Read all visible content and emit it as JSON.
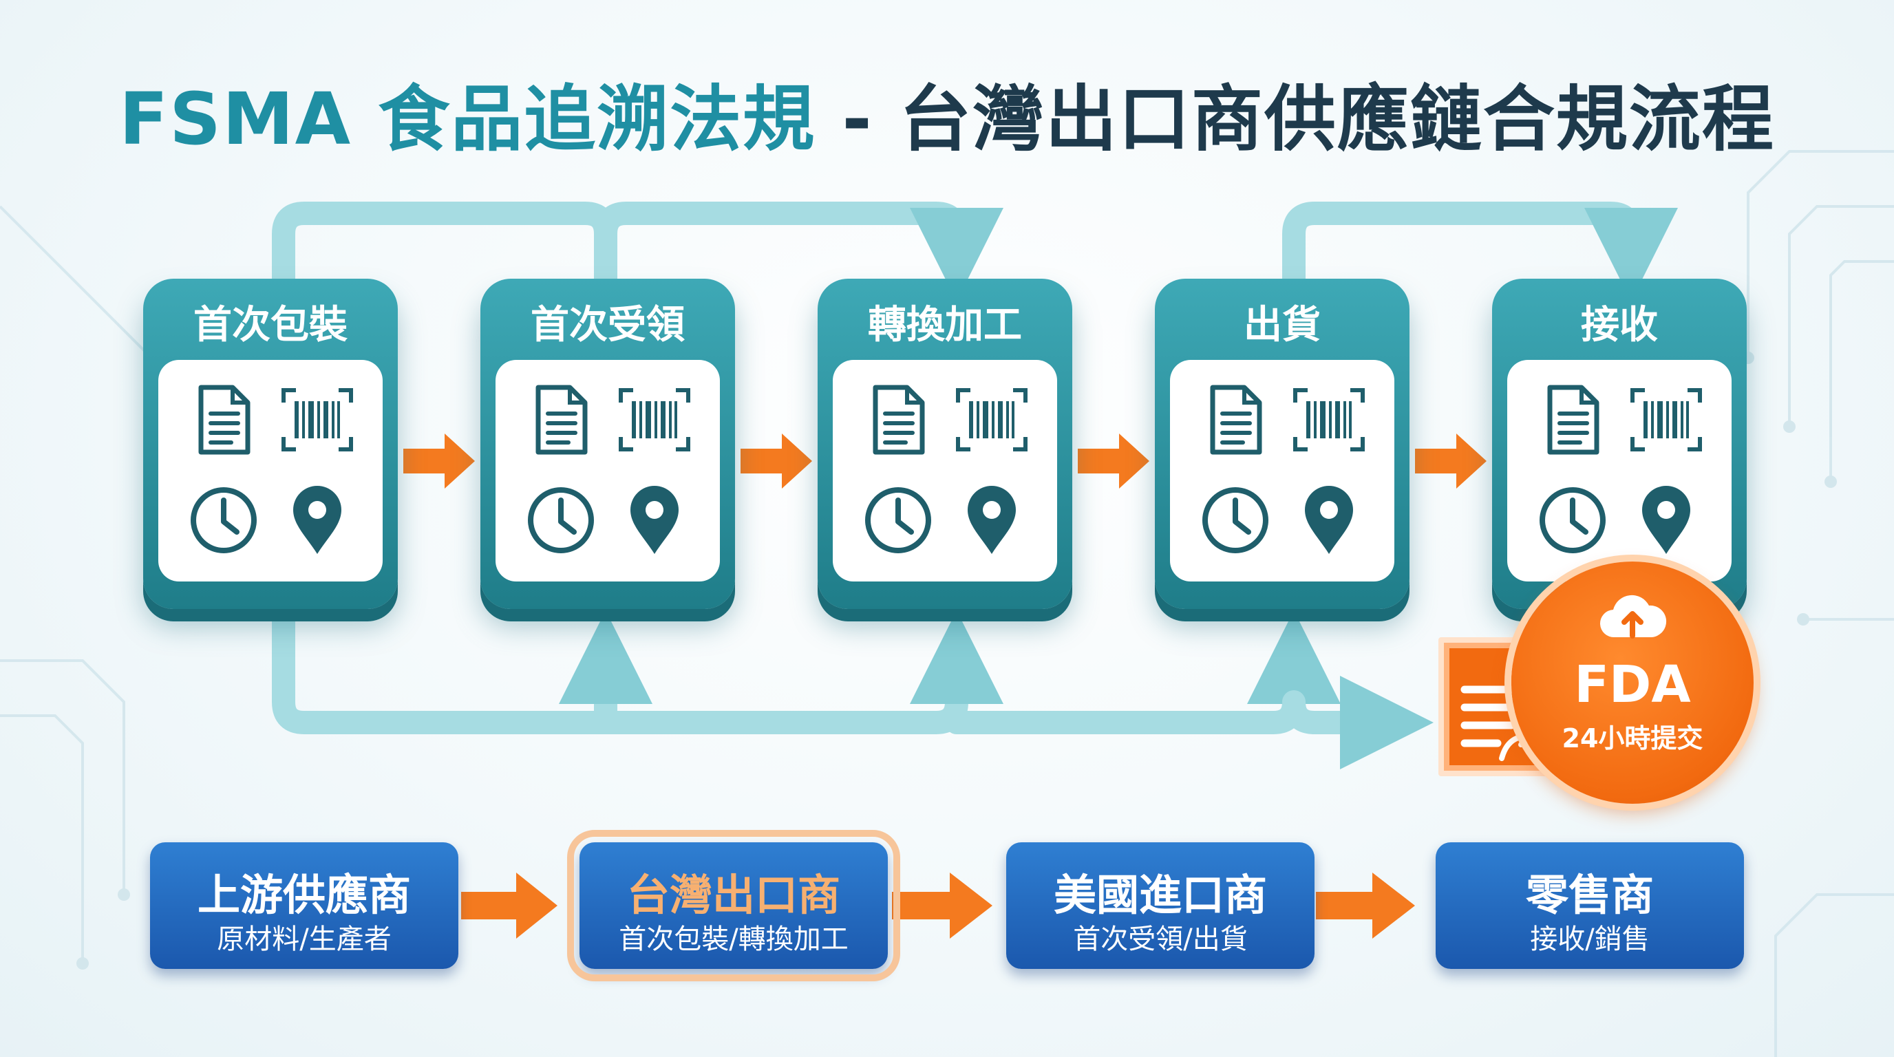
{
  "title": {
    "part1": "FSMA 食品追溯法規",
    "part2": " - 台灣出口商供應鏈合規流程"
  },
  "stages": [
    {
      "label": "首次包裝"
    },
    {
      "label": "首次受領"
    },
    {
      "label": "轉換加工"
    },
    {
      "label": "出貨"
    },
    {
      "label": "接收"
    }
  ],
  "actors": [
    {
      "name": "上游供應商",
      "role": "原材料/生產者",
      "highlight": false
    },
    {
      "name": "台灣出口商",
      "role": "首次包裝/轉換加工",
      "highlight": true
    },
    {
      "name": "美國進口商",
      "role": "首次受領/出貨",
      "highlight": false
    },
    {
      "name": "零售商",
      "role": "接收/銷售",
      "highlight": false
    }
  ],
  "fda": {
    "name": "FDA",
    "deadline": "24小時提交"
  },
  "colors": {
    "teal": "#2a96a4",
    "tealDark": "#1b6c78",
    "orange": "#f26a10",
    "blue": "#1f63b8",
    "titleTeal": "#1f8fa3",
    "titleDark": "#1e3a4c"
  },
  "icons": [
    "document-icon",
    "barcode-icon",
    "clock-icon",
    "location-pin-icon",
    "cloud-upload-icon"
  ]
}
